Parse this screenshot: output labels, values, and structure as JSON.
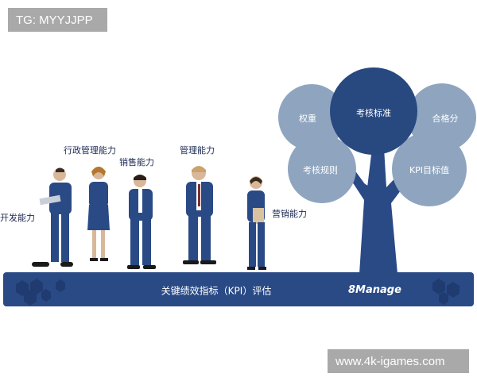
{
  "watermark_top": "TG: MYYJJPP",
  "watermark_bottom": "www.4k-igames.com",
  "base_title": "关键绩效指标（KPI）评估",
  "brand": "8Manage",
  "abilities": {
    "kaifa": "开发能力",
    "xingzheng": "行政管理能力",
    "xiaoshou": "销售能力",
    "guanli": "管理能力",
    "yingxiao": "营销能力"
  },
  "bubbles": {
    "quanzhong": "权重",
    "kaohe_biaozhun": "考核标准",
    "hege_fen": "合格分",
    "kaohe_guize": "考核规则",
    "kpi_mubiao": "KPI目标值"
  },
  "colors": {
    "navy": "#2a4a86",
    "light_bubble": "#8fa5bf",
    "dark_bubble": "#28497f"
  }
}
